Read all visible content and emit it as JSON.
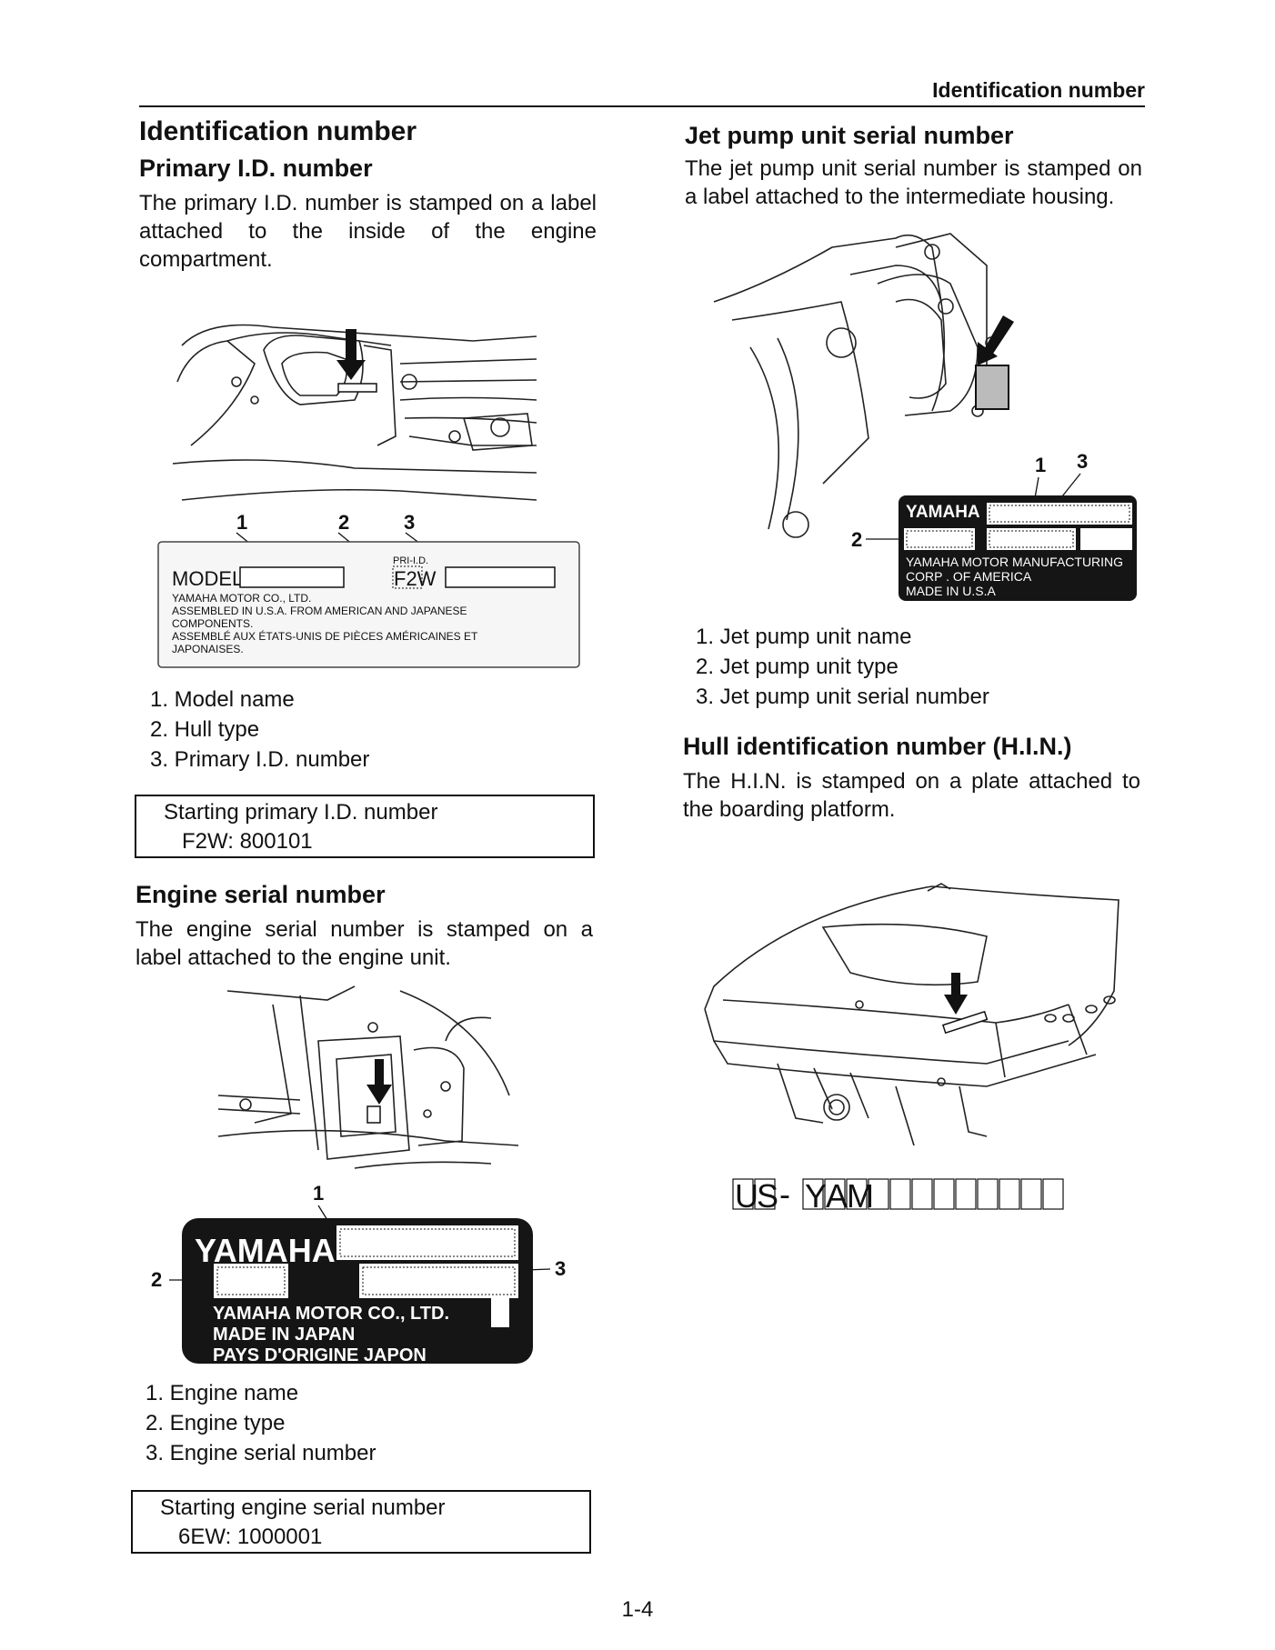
{
  "header": {
    "running_title": "Identification number"
  },
  "left": {
    "title": "Identification number",
    "primary": {
      "heading": "Primary I.D. number",
      "text": "The primary I.D. number is stamped on a label attached to the inside of the engine compartment.",
      "callouts": [
        "1",
        "2",
        "3"
      ],
      "label": {
        "model": "MODEL",
        "pri_id": "PRI-I.D.",
        "hull_code": "F2W",
        "lines": [
          "YAMAHA MOTOR CO., LTD.",
          "ASSEMBLED IN U.S.A. FROM AMERICAN AND JAPANESE",
          "COMPONENTS.",
          "ASSEMBLÉ AUX ÉTATS-UNIS DE PIÈCES AMÉRICAINES ET",
          "JAPONAISES."
        ]
      },
      "items": [
        "1. Model name",
        "2. Hull type",
        "3. Primary I.D. number"
      ],
      "box": {
        "title": "Starting primary I.D. number",
        "value": "F2W: 800101"
      }
    },
    "engine": {
      "heading": "Engine serial number",
      "text": "The engine serial number is stamped on a label attached to the engine unit.",
      "callouts": [
        "1",
        "2",
        "3"
      ],
      "label": {
        "brand": "YAMAHA",
        "lines": [
          "YAMAHA MOTOR CO., LTD.",
          "MADE IN JAPAN",
          "PAYS D'ORIGINE JAPON"
        ]
      },
      "items": [
        "1. Engine name",
        "2. Engine type",
        "3. Engine serial number"
      ],
      "box": {
        "title": "Starting engine serial number",
        "value": "6EW: 1000001"
      }
    }
  },
  "right": {
    "jet": {
      "heading": "Jet pump unit serial number",
      "text": "The jet pump unit serial number is stamped on a label attached to the intermediate housing.",
      "callouts": [
        "1",
        "3",
        "2"
      ],
      "label": {
        "brand": "YAMAHA",
        "lines": [
          "YAMAHA MOTOR MANUFACTURING",
          "CORP . OF AMERICA",
          "MADE IN U.S.A"
        ]
      },
      "items": [
        "1. Jet pump unit name",
        "2. Jet pump unit type",
        "3. Jet pump unit serial number"
      ]
    },
    "hin": {
      "heading": "Hull identification number (H.I.N.)",
      "text": "The H.I.N. is stamped on a plate attached to the boarding platform.",
      "prefix_chars": [
        "U",
        "S",
        "-",
        "Y",
        "A",
        "M"
      ]
    }
  },
  "footer": {
    "page_number": "1-4"
  }
}
